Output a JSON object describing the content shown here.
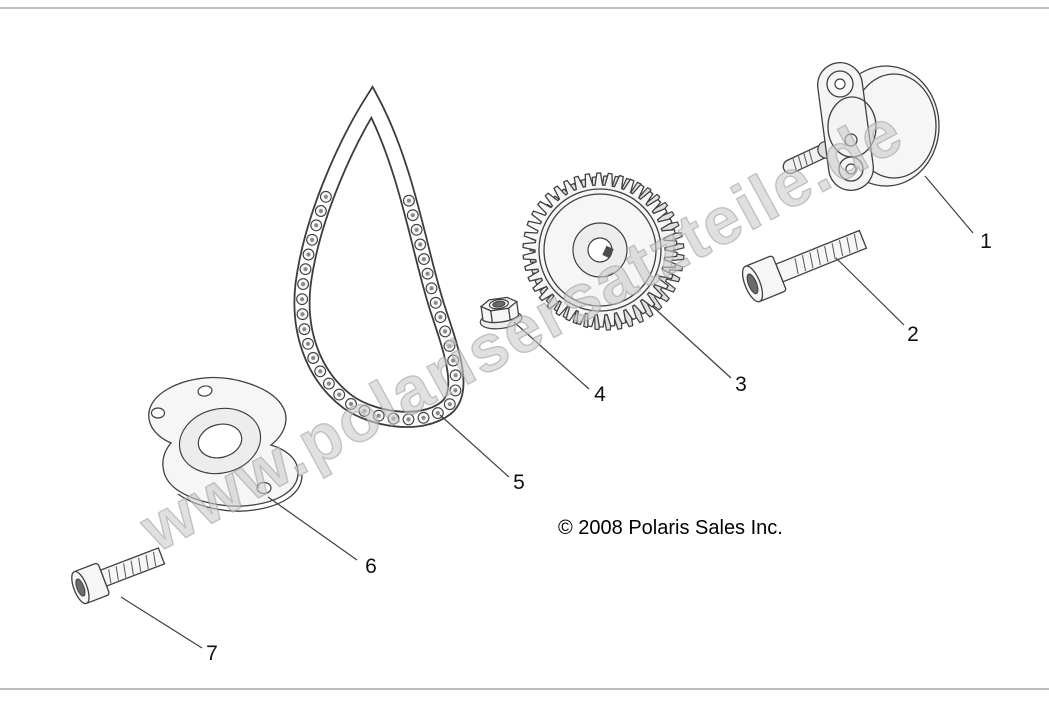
{
  "diagram": {
    "copyright": "© 2008 Polaris Sales Inc.",
    "watermark": "www.polarisersatzteile.de",
    "accent_colors": {
      "line": "#3f3f3f",
      "watermark": "#cbcbcb"
    },
    "callouts": [
      {
        "number": "1",
        "part": "oil-pump-assembly"
      },
      {
        "number": "2",
        "part": "mounting-bolt-long"
      },
      {
        "number": "3",
        "part": "oil-pump-drive-gear"
      },
      {
        "number": "4",
        "part": "flange-nut"
      },
      {
        "number": "5",
        "part": "oil-pump-drive-chain"
      },
      {
        "number": "6",
        "part": "gasket-plate"
      },
      {
        "number": "7",
        "part": "mounting-bolt-short"
      }
    ]
  }
}
